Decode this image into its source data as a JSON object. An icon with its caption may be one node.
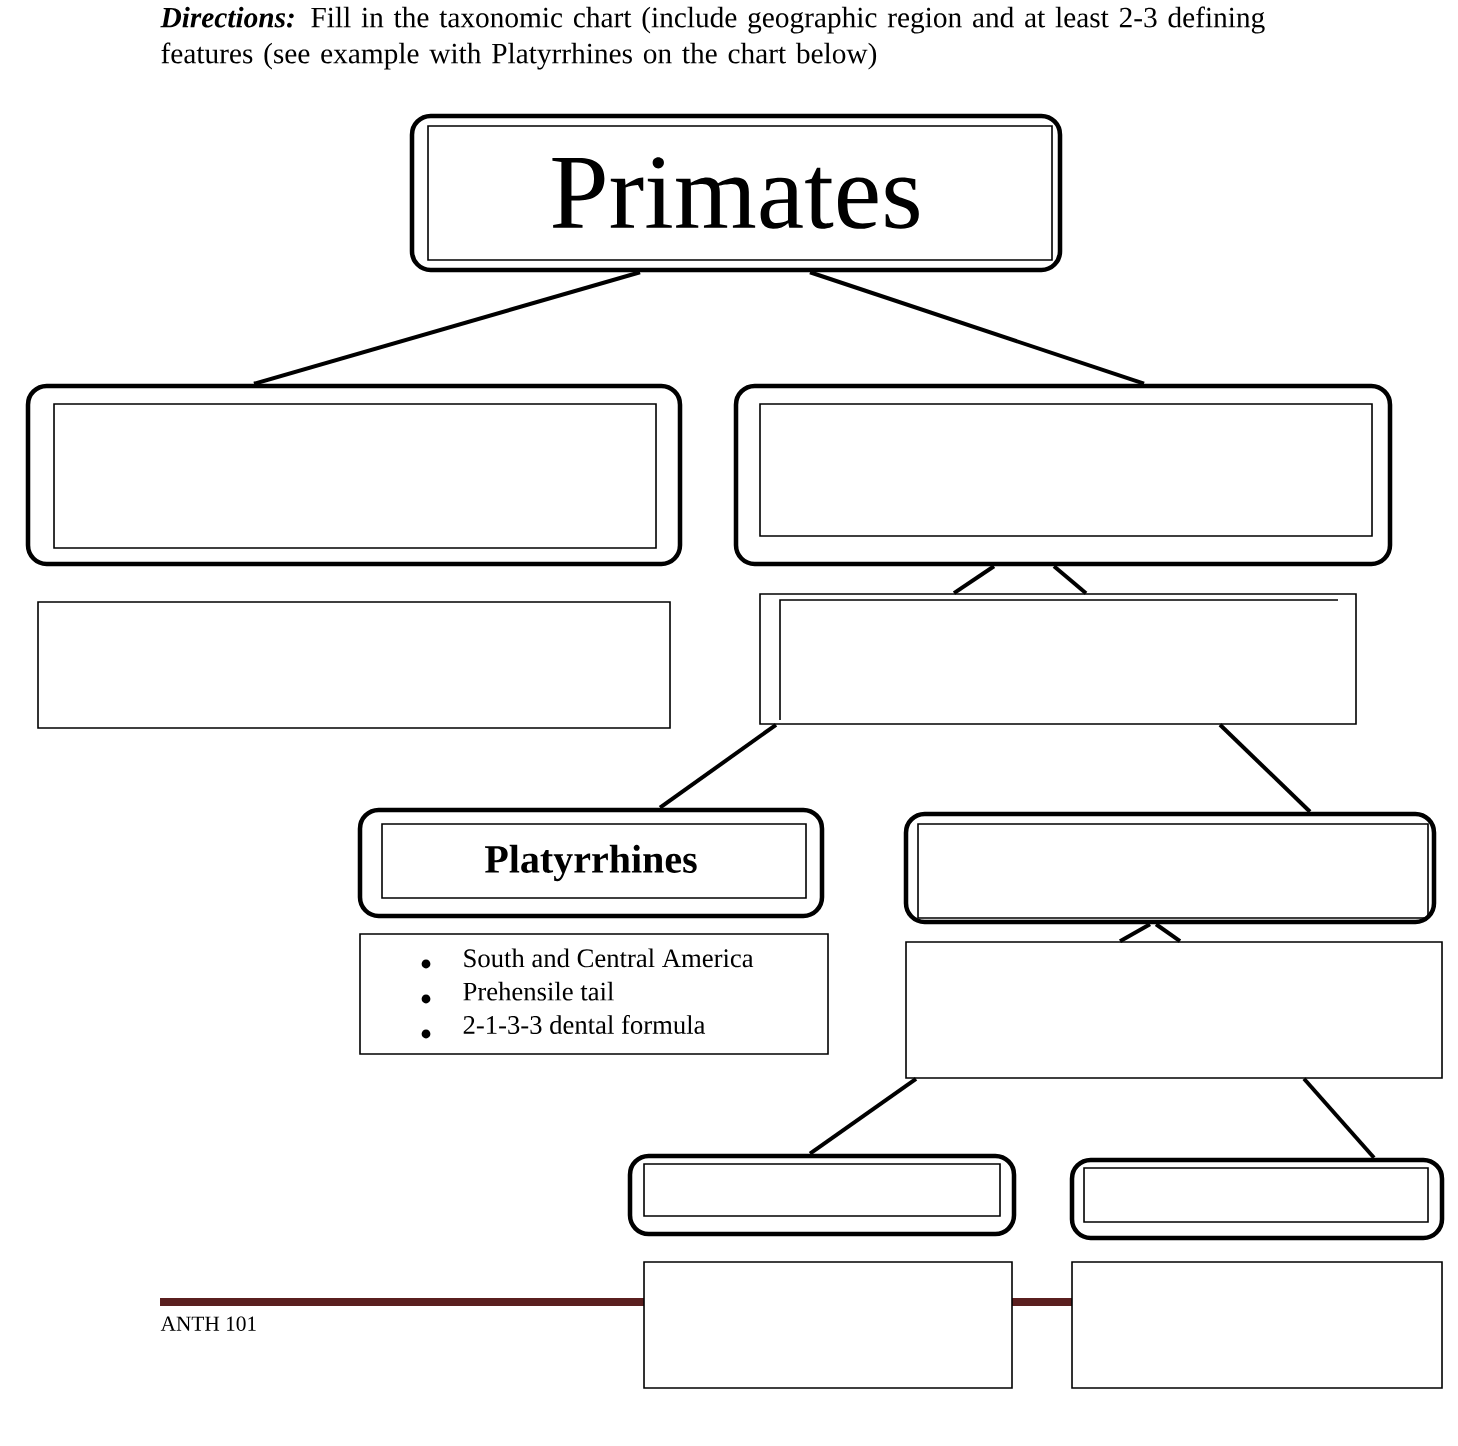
{
  "diagram": {
    "nodes": [
      {
        "text": [
          "Primates"
        ]
      },
      {
        "text": [],
        "shape": "box"
      },
      {
        "text": [],
        "shape": "box"
      },
      {
        "text": [],
        "shape": "box"
      },
      {
        "text": [],
        "shape": "box"
      },
      {
        "text": [
          "Platyrrhines"
        ]
      },
      {
        "text": [],
        "shape": "box"
      },
      {
        "text": [
          "South and Central America",
          "Prehensile tail",
          "2-1-3-3 dental formula"
        ]
      },
      {
        "text": [],
        "shape": "box"
      },
      {
        "text": [],
        "shape": "box"
      },
      {
        "text": [],
        "shape": "box"
      },
      {
        "text": [],
        "shape": "box"
      },
      {
        "text": [],
        "shape": "box"
      }
    ],
    "edges": [
      {
        "from": 0,
        "to": 1,
        "arrow": "none"
      },
      {
        "from": 0,
        "to": 2,
        "arrow": "none"
      },
      {
        "from": 2,
        "to": 4,
        "arrow": "none"
      },
      {
        "from": 2,
        "to": 4,
        "arrow": "none"
      },
      {
        "from": 4,
        "to": 5,
        "arrow": "none"
      },
      {
        "from": 4,
        "to": 6,
        "arrow": "none"
      },
      {
        "from": 6,
        "to": 8,
        "arrow": "none"
      },
      {
        "from": 6,
        "to": 8,
        "arrow": "none"
      },
      {
        "from": 8,
        "to": 9,
        "arrow": "none"
      },
      {
        "from": 8,
        "to": 10,
        "arrow": "none"
      }
    ],
    "labels": [
      "Directions:",
      "Fill in the taxonomic chart (include geographic region and at least 2-3 defining features (see example with Platyrrhines on the chart below)",
      "ANTH 101"
    ]
  }
}
